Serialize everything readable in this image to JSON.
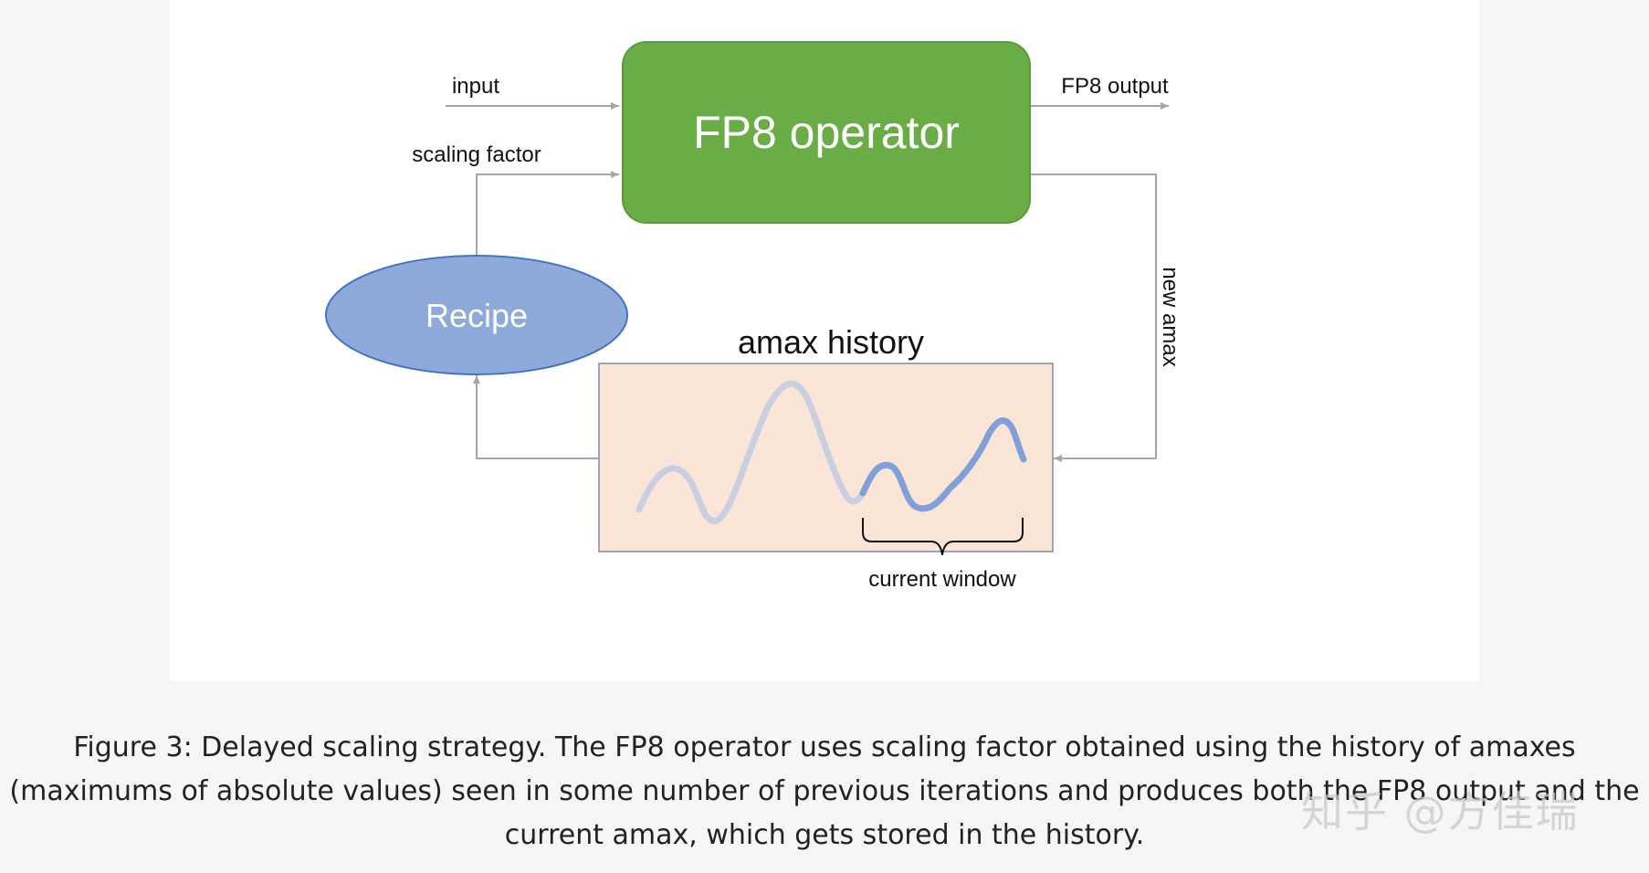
{
  "diagram": {
    "operator_label": "FP8 operator",
    "input_label": "input",
    "scaling_factor_label": "scaling factor",
    "output_label": "FP8 output",
    "new_amax_label": "new amax",
    "recipe_label": "Recipe",
    "history_title": "amax history",
    "window_label": "current window",
    "colors": {
      "operator_fill": "#6aad46",
      "operator_stroke": "#5a9a3a",
      "recipe_fill": "#8eaadb",
      "recipe_stroke": "#4472c4",
      "history_fill": "#fbe5d6",
      "history_stroke": "#7f8aa8",
      "curve_faded": "#c9cfe3",
      "curve_active": "#7fa0d8",
      "arrow": "#a6a6a6"
    }
  },
  "caption": {
    "line1": "Figure 3: Delayed scaling strategy. The FP8 operator uses scaling factor obtained using the history of amaxes",
    "line2": "(maximums of absolute values) seen in some number of previous iterations and produces both the FP8 output and the",
    "line3": "current amax, which gets stored in the history."
  },
  "watermark": "知乎 @方佳瑞"
}
